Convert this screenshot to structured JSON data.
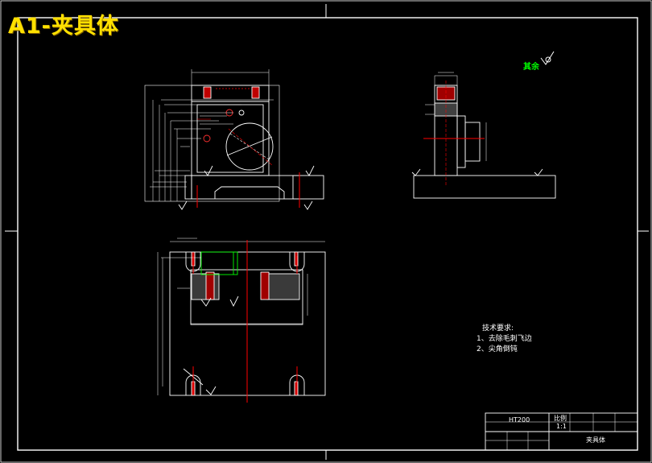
{
  "title": "A1-夹具体",
  "surface_finish_note": "其余",
  "technical_requirements": {
    "heading": "技术要求:",
    "items": [
      "1、去除毛刺飞边",
      "2、尖角倒钝"
    ]
  },
  "title_block": {
    "material": "HT200",
    "ratio_label": "比例",
    "ratio_value": "1:1",
    "part_name": "夹具体"
  },
  "colors": {
    "background": "#000000",
    "outline": "#ffffff",
    "center_line": "#ff0000",
    "title_text": "#ffe000",
    "annotation_green": "#00ff00"
  }
}
